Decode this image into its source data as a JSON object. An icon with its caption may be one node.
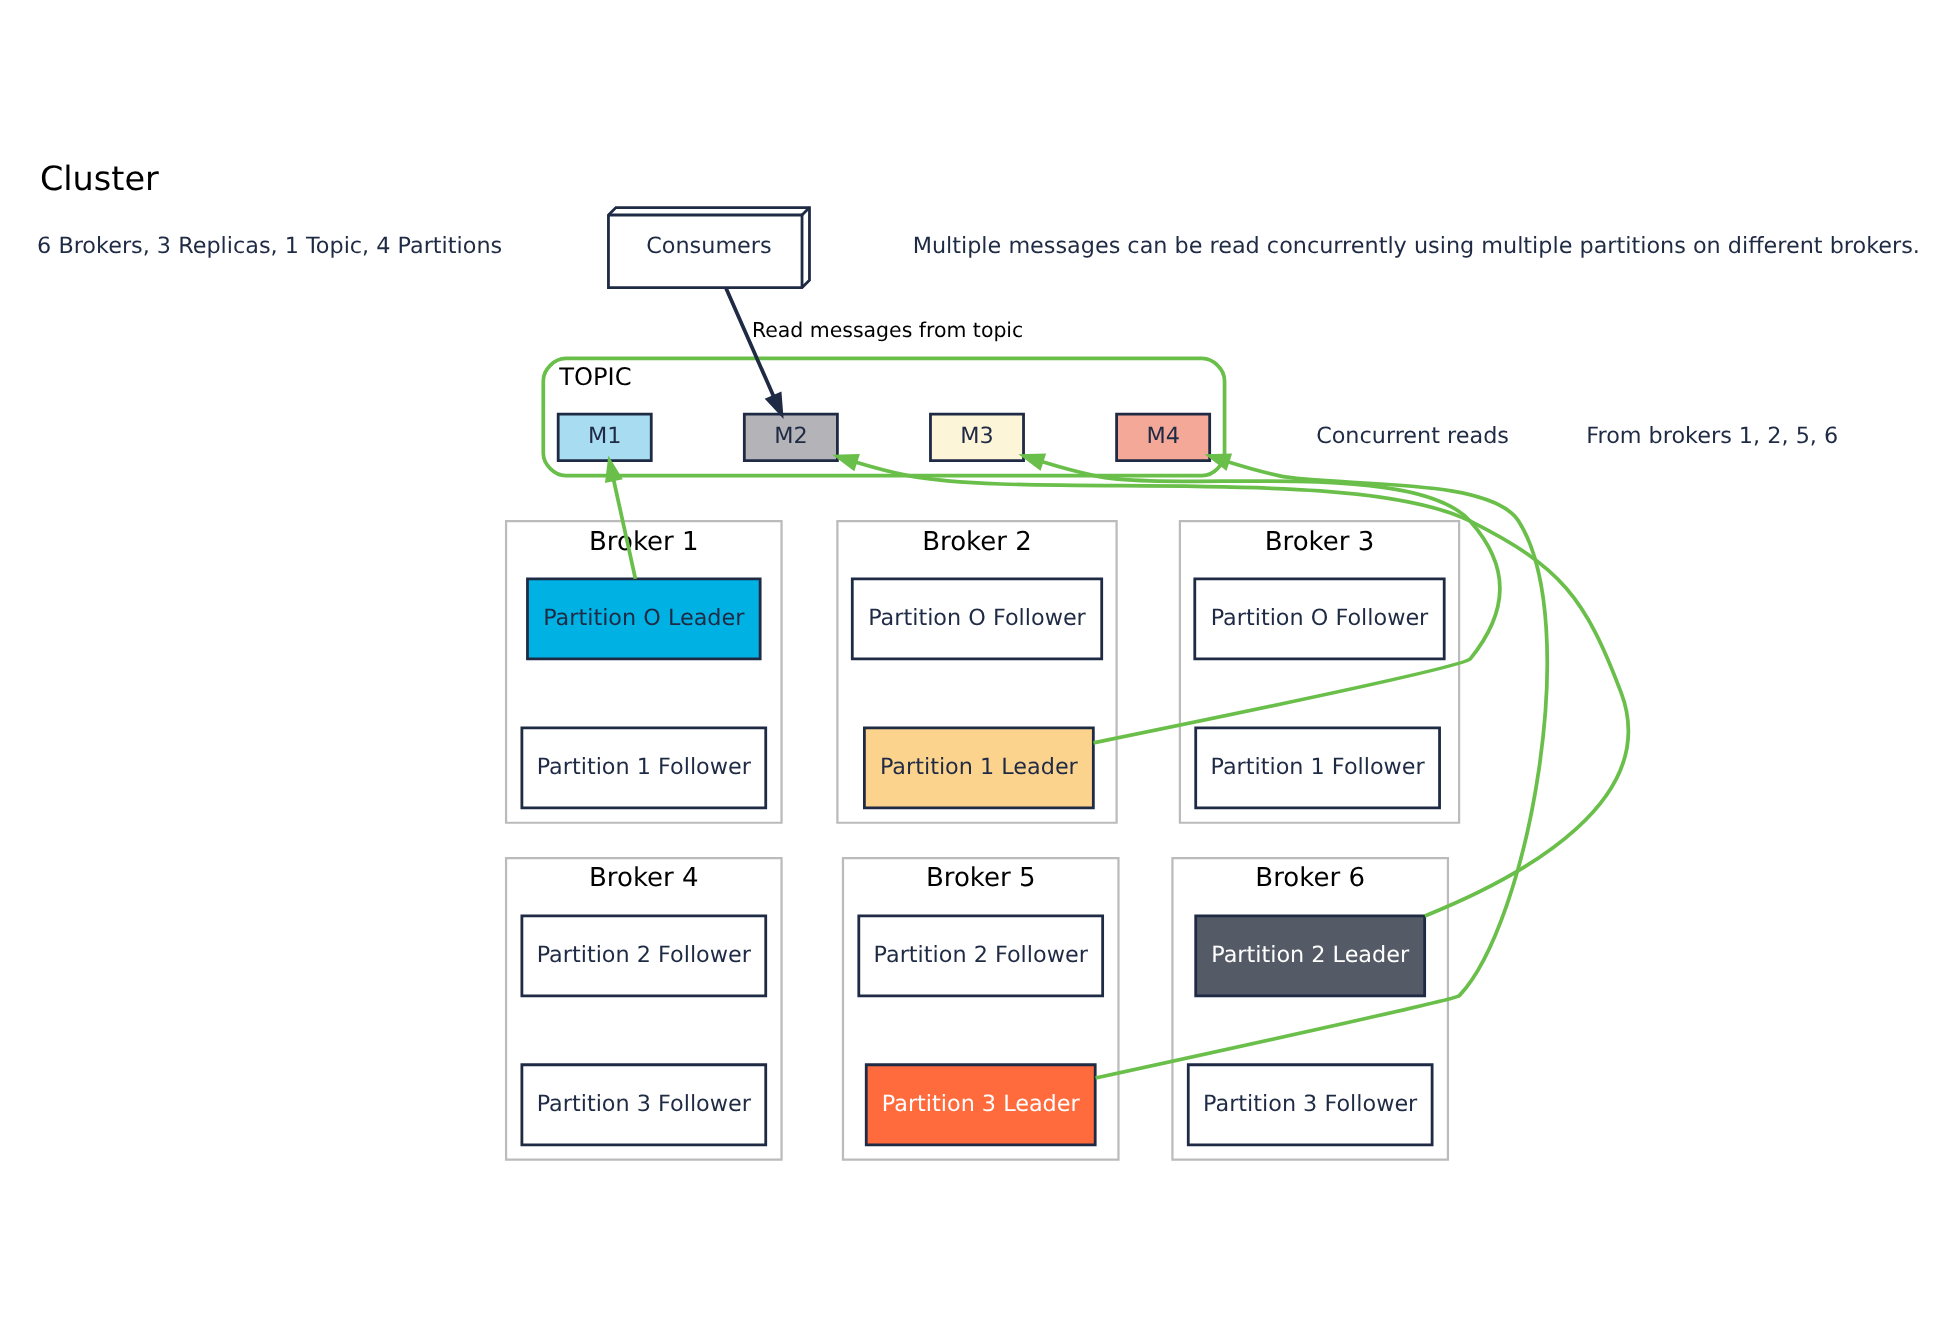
{
  "diagram": {
    "title": "Cluster",
    "nodes": [
      {
        "text": [
          "Consumers"
        ]
      },
      {
        "text": [
          "TOPIC"
        ]
      },
      {
        "text": [
          "M1"
        ],
        "in": 1
      },
      {
        "text": [
          "M2"
        ],
        "in": 1
      },
      {
        "text": [
          "M3"
        ],
        "in": 1
      },
      {
        "text": [
          "M4"
        ],
        "in": 1
      },
      {
        "text": [
          "Broker 1"
        ]
      },
      {
        "text": [
          "Partition O Leader"
        ],
        "in": 6
      },
      {
        "text": [
          "Partition 1 Follower"
        ],
        "in": 6
      },
      {
        "text": [
          "Broker 2"
        ]
      },
      {
        "text": [
          "Partition O Follower"
        ],
        "in": 9
      },
      {
        "text": [
          "Partition 1 Leader"
        ],
        "in": 9
      },
      {
        "text": [
          "Broker 3"
        ]
      },
      {
        "text": [
          "Partition O Follower"
        ],
        "in": 12
      },
      {
        "text": [
          "Partition 1 Follower"
        ],
        "in": 12
      },
      {
        "text": [
          "Broker 4"
        ]
      },
      {
        "text": [
          "Partition 2 Follower"
        ],
        "in": 15
      },
      {
        "text": [
          "Partition 3 Follower"
        ],
        "in": 15
      },
      {
        "text": [
          "Broker 5"
        ]
      },
      {
        "text": [
          "Partition 2 Follower"
        ],
        "in": 18
      },
      {
        "text": [
          "Partition 3 Leader"
        ],
        "in": 18
      },
      {
        "text": [
          "Broker 6"
        ]
      },
      {
        "text": [
          "Partition 2 Leader"
        ],
        "in": 21
      },
      {
        "text": [
          "Partition 3 Follower"
        ],
        "in": 21
      }
    ],
    "edges": [
      {
        "from": 0,
        "to": 3,
        "arrow": "to",
        "label": "Read messages from topic",
        "color": "#1f2a44"
      },
      {
        "from": 7,
        "to": 2,
        "arrow": "to"
      },
      {
        "from": 11,
        "to": 4,
        "arrow": "to"
      },
      {
        "from": 20,
        "to": 5,
        "arrow": "to"
      },
      {
        "from": 22,
        "to": 3,
        "arrow": "to"
      }
    ],
    "labels": [
      "6 Brokers, 3 Replicas, 1 Topic, 4 Partitions",
      "Multiple messages can be read concurrently using multiple partitions on different brokers.",
      "Concurrent reads",
      "From brokers 1, 2, 5, 6"
    ]
  }
}
